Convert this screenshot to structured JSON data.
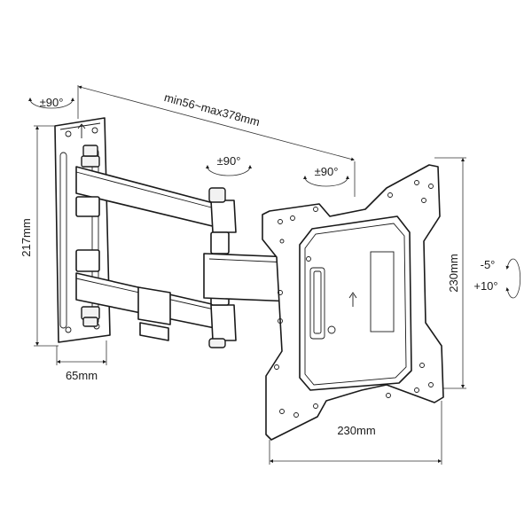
{
  "labels": {
    "rotation_left": "±90°",
    "extension": "min56~max378mm",
    "rotation_arm": "±90°",
    "rotation_plate": "±90°",
    "height_wall_plate": "217mm",
    "width_wall_plate": "65mm",
    "height_vesa": "230mm",
    "width_vesa": "230mm",
    "tilt_up": "-5°",
    "tilt_down": "+10°"
  }
}
